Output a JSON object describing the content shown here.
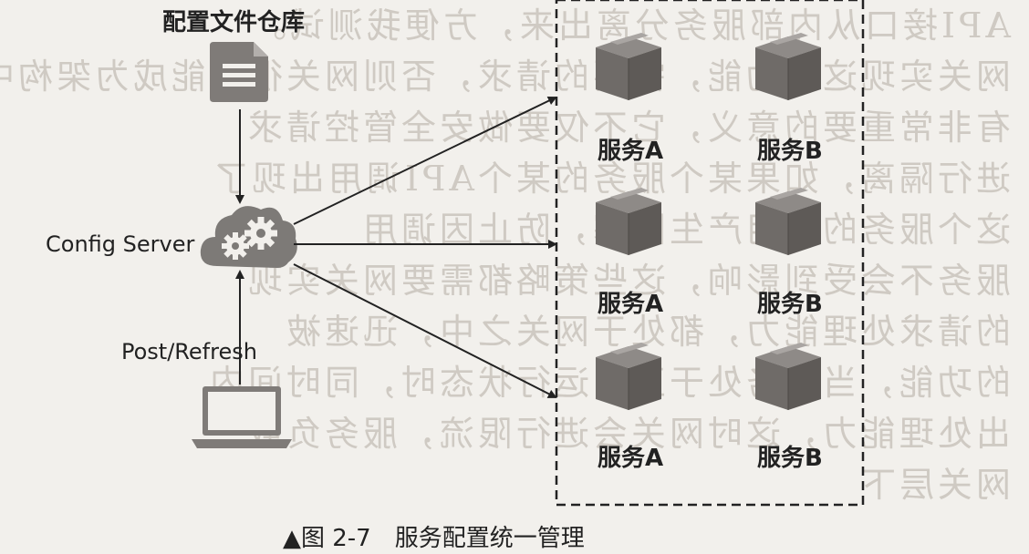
{
  "repo_label": "配置文件仓库",
  "config_server_label": "Config Server",
  "post_refresh_label": "Post/Refresh",
  "caption": "▲图 2-7　服务配置统一管理",
  "services": [
    [
      "服务A",
      "服务B"
    ],
    [
      "服务A",
      "服务B"
    ],
    [
      "服务A",
      "服务B"
    ]
  ],
  "colors": {
    "box_top": "#8e8a87",
    "box_left": "#6f6b68",
    "box_right": "#5e5a57",
    "ink": "#222222",
    "background": "#f2f0ec"
  },
  "icons": [
    "document-icon",
    "cloud-gear-icon",
    "laptop-icon",
    "package-box-icon"
  ]
}
